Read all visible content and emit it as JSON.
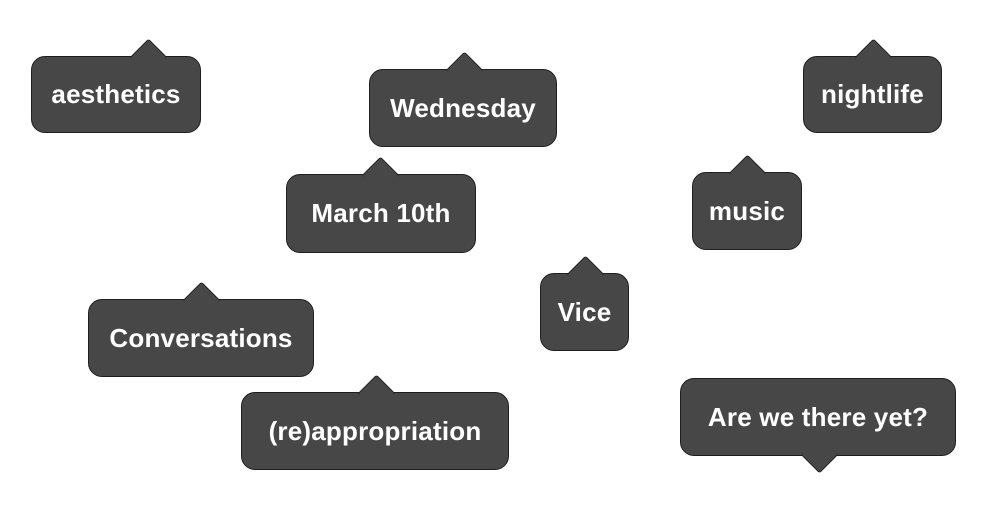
{
  "tags": [
    {
      "id": "aesthetics",
      "label": "aesthetics"
    },
    {
      "id": "wednesday",
      "label": "Wednesday"
    },
    {
      "id": "nightlife",
      "label": "nightlife"
    },
    {
      "id": "march",
      "label": "March 10th"
    },
    {
      "id": "music",
      "label": "music"
    },
    {
      "id": "conversations",
      "label": "Conversations"
    },
    {
      "id": "vice",
      "label": "Vice"
    },
    {
      "id": "reappropriation",
      "label": "(re)appropriation"
    },
    {
      "id": "yet",
      "label": "Are we there yet?"
    }
  ],
  "colors": {
    "tag_fill": "#474747",
    "tag_border": "#1f1f1f",
    "tag_text": "#ffffff",
    "background": "#ffffff"
  }
}
